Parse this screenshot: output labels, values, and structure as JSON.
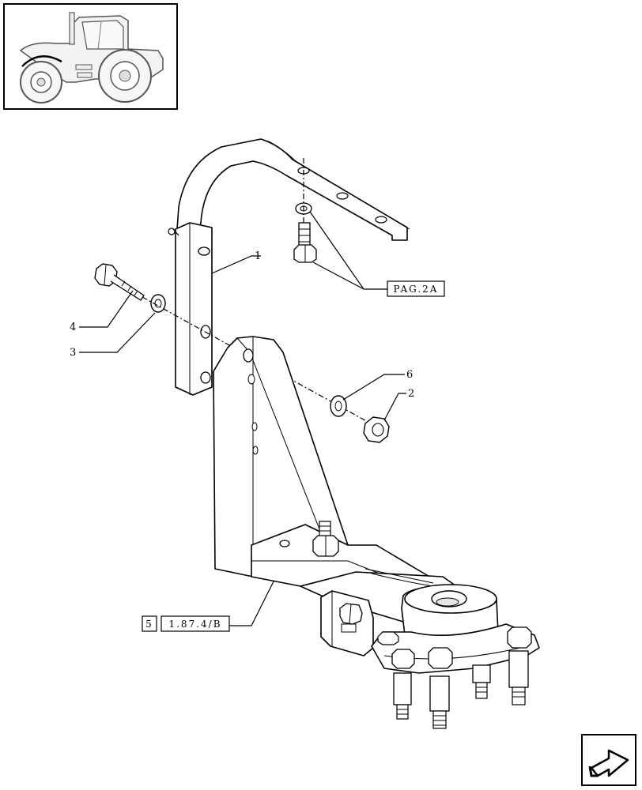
{
  "callouts": {
    "item1": "1",
    "item2": "2",
    "item3": "3",
    "item4": "4",
    "item6": "6"
  },
  "references": {
    "page_ref": "PAG.2A",
    "section_num": "5",
    "section_ref": "1.87.4/B"
  },
  "icons": {
    "tractor_thumbnail": "tractor-thumbnail-icon",
    "nav_arrow": "next-page-arrow-icon"
  }
}
